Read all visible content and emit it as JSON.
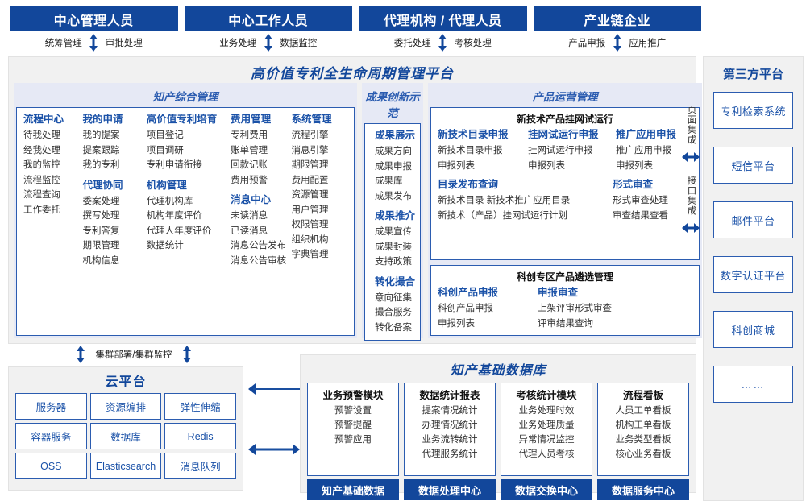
{
  "roles": [
    {
      "title": "中心管理人员",
      "flows": [
        "统筹管理",
        "审批处理"
      ]
    },
    {
      "title": "中心工作人员",
      "flows": [
        "业务处理",
        "数据监控"
      ]
    },
    {
      "title": "代理机构 / 代理人员",
      "flows": [
        "委托处理",
        "考核处理"
      ]
    },
    {
      "title": "产业链企业",
      "flows": [
        "产品申报",
        "应用推广"
      ]
    }
  ],
  "platform": {
    "title": "高价值专利全生命周期管理平台",
    "groups": {
      "zhichan": {
        "title": "知产综合管理",
        "columns": [
          {
            "sections": [
              {
                "header": "流程中心",
                "items": [
                  "待我处理",
                  "经我处理",
                  "我的监控",
                  "流程监控",
                  "流程查询",
                  "工作委托"
                ]
              }
            ]
          },
          {
            "sections": [
              {
                "header": "我的申请",
                "items": [
                  "我的提案",
                  "提案跟踪",
                  "我的专利"
                ]
              },
              {
                "header": "代理协同",
                "items": [
                  "委案处理",
                  "撰写处理",
                  "专利答复",
                  "期限管理",
                  "机构信息"
                ]
              }
            ]
          },
          {
            "sections": [
              {
                "header": "高价值专利培育",
                "items": [
                  "项目登记",
                  "项目调研",
                  "专利申请衔接"
                ]
              },
              {
                "header": "机构管理",
                "items": [
                  "代理机构库",
                  "机构年度评价",
                  "代理人年度评价",
                  "数据统计"
                ]
              }
            ]
          },
          {
            "sections": [
              {
                "header": "费用管理",
                "items": [
                  "专利费用",
                  "账单管理",
                  "回款记账",
                  "费用预警"
                ]
              },
              {
                "header": "消息中心",
                "items": [
                  "未读消息",
                  "已读消息",
                  "消息公告发布",
                  "消息公告审核"
                ]
              }
            ]
          },
          {
            "sections": [
              {
                "header": "系统管理",
                "items": [
                  "流程引擎",
                  "消息引擎",
                  "期限管理",
                  "费用配置",
                  "资源管理",
                  "用户管理",
                  "权限管理",
                  "组织机构",
                  "字典管理"
                ]
              }
            ]
          }
        ]
      },
      "chengguo": {
        "title": "成果创新示范",
        "columns": [
          {
            "sections": [
              {
                "header": "成果展示",
                "items": [
                  "成果方向",
                  "成果申报",
                  "成果库",
                  "成果发布"
                ]
              },
              {
                "header": "成果推介",
                "items": [
                  "成果宣传",
                  "成果封装",
                  "支持政策"
                ]
              },
              {
                "header": "转化撮合",
                "items": [
                  "意向征集",
                  "撮合服务",
                  "转化备案"
                ]
              }
            ]
          }
        ]
      },
      "chanpin": {
        "title": "产品运营管理",
        "sub_boxes": [
          {
            "title": "新技术产品挂网试运行",
            "row1": [
              {
                "header": "新技术目录申报",
                "items": [
                  "新技术目录申报",
                  "申报列表"
                ]
              },
              {
                "header": "挂网试运行申报",
                "items": [
                  "挂网试运行申报",
                  "申报列表"
                ]
              },
              {
                "header": "推广应用申报",
                "items": [
                  "推广应用申报",
                  "申报列表"
                ]
              }
            ],
            "row2": [
              {
                "header": "目录发布查询",
                "items": [
                  "新技术目录    新技术推广应用目录",
                  "新技术（产品）挂网试运行计划"
                ]
              },
              {
                "header": "形式审查",
                "items": [
                  "形式审查处理",
                  "审查结果查看"
                ]
              }
            ]
          },
          {
            "title": "科创专区产品遴选管理",
            "row1": [
              {
                "header": "科创产品申报",
                "items": [
                  "科创产品申报",
                  "申报列表"
                ]
              },
              {
                "header": "申报审查",
                "items": [
                  "上架评审形式审查",
                  "评审结果查询"
                ]
              }
            ]
          }
        ]
      }
    }
  },
  "integration": {
    "page_integration": "页面集成",
    "api_integration": "接口集成"
  },
  "third_party": {
    "title": "第三方平台",
    "items": [
      "专利检索系统",
      "短信平台",
      "邮件平台",
      "数字认证平台",
      "科创商城",
      "……"
    ]
  },
  "cluster": {
    "label": "集群部署/集群监控"
  },
  "cloud": {
    "title": "云平台",
    "items": [
      "服务器",
      "资源编排",
      "弹性伸缩",
      "容器服务",
      "数据库",
      "Redis",
      "OSS",
      "Elasticsearch",
      "消息队列"
    ]
  },
  "database": {
    "title": "知产基础数据库",
    "columns": [
      {
        "header": "业务预警模块",
        "items": [
          "预警设置",
          "预警提醒",
          "预警应用"
        ],
        "footer": "知产基础数据"
      },
      {
        "header": "数据统计报表",
        "items": [
          "提案情况统计",
          "办理情况统计",
          "业务流转统计",
          "代理服务统计"
        ],
        "footer": "数据处理中心"
      },
      {
        "header": "考核统计模块",
        "items": [
          "业务处理时效",
          "业务处理质量",
          "异常情况监控",
          "代理人员考核"
        ],
        "footer": "数据交换中心"
      },
      {
        "header": "流程看板",
        "items": [
          "人员工单看板",
          "机构工单看板",
          "业务类型看板",
          "核心业务看板"
        ],
        "footer": "数据服务中心"
      }
    ]
  },
  "colors": {
    "brand_blue": "#12479b",
    "accent_blue": "#2b5cb0",
    "text_blue": "#1b52a8",
    "panel_bg": "#f1f1f1",
    "group_bg": "#e6e9f5"
  }
}
